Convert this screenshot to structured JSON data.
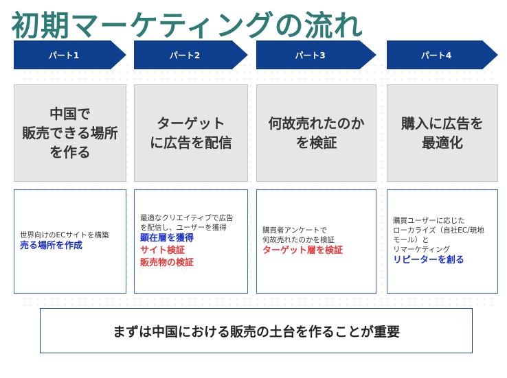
{
  "title": "初期マーケティングの流れ",
  "parts": [
    {
      "label": "パート1",
      "heading": [
        "中国で",
        "販売できる場所",
        "を作る"
      ],
      "detail_small": [
        "世界向けのECサイトを構築"
      ],
      "detail_bold": [
        {
          "text": "売る場所を作成",
          "color": "blue"
        }
      ]
    },
    {
      "label": "パート2",
      "heading": [
        "ターゲット",
        "に広告を配信"
      ],
      "detail_small": [
        "最適なクリエイティブで広告",
        "を配信し、ユーザーを獲得"
      ],
      "detail_bold": [
        {
          "text": "顕在層を獲得",
          "color": "blue"
        },
        {
          "text": "サイト検証",
          "color": "red"
        },
        {
          "text": "販売物の検証",
          "color": "red"
        }
      ]
    },
    {
      "label": "パート3",
      "heading": [
        "何故売れたのか",
        "を検証"
      ],
      "detail_small": [
        "購買者アンケートで",
        "何故売れたのかを検証"
      ],
      "detail_bold": [
        {
          "text": "ターゲット層を検証",
          "color": "red"
        }
      ]
    },
    {
      "label": "パート4",
      "heading": [
        "購入に広告を",
        "最適化"
      ],
      "detail_small": [
        "購買ユーザーに応じた",
        "ローカライズ（自社EC/現地",
        "モール）と",
        "リマーケティング"
      ],
      "detail_bold": [
        {
          "text": "リピーターを創る",
          "color": "blue"
        }
      ]
    }
  ],
  "conclusion": "まずは中国における販売の土台を作ることが重要",
  "colors": {
    "title": "#2e7a76",
    "arrow": "#0e3f8f",
    "blue_text": "#1a2fc4",
    "red_text": "#e03a3a",
    "border": "#3a6fb8"
  }
}
